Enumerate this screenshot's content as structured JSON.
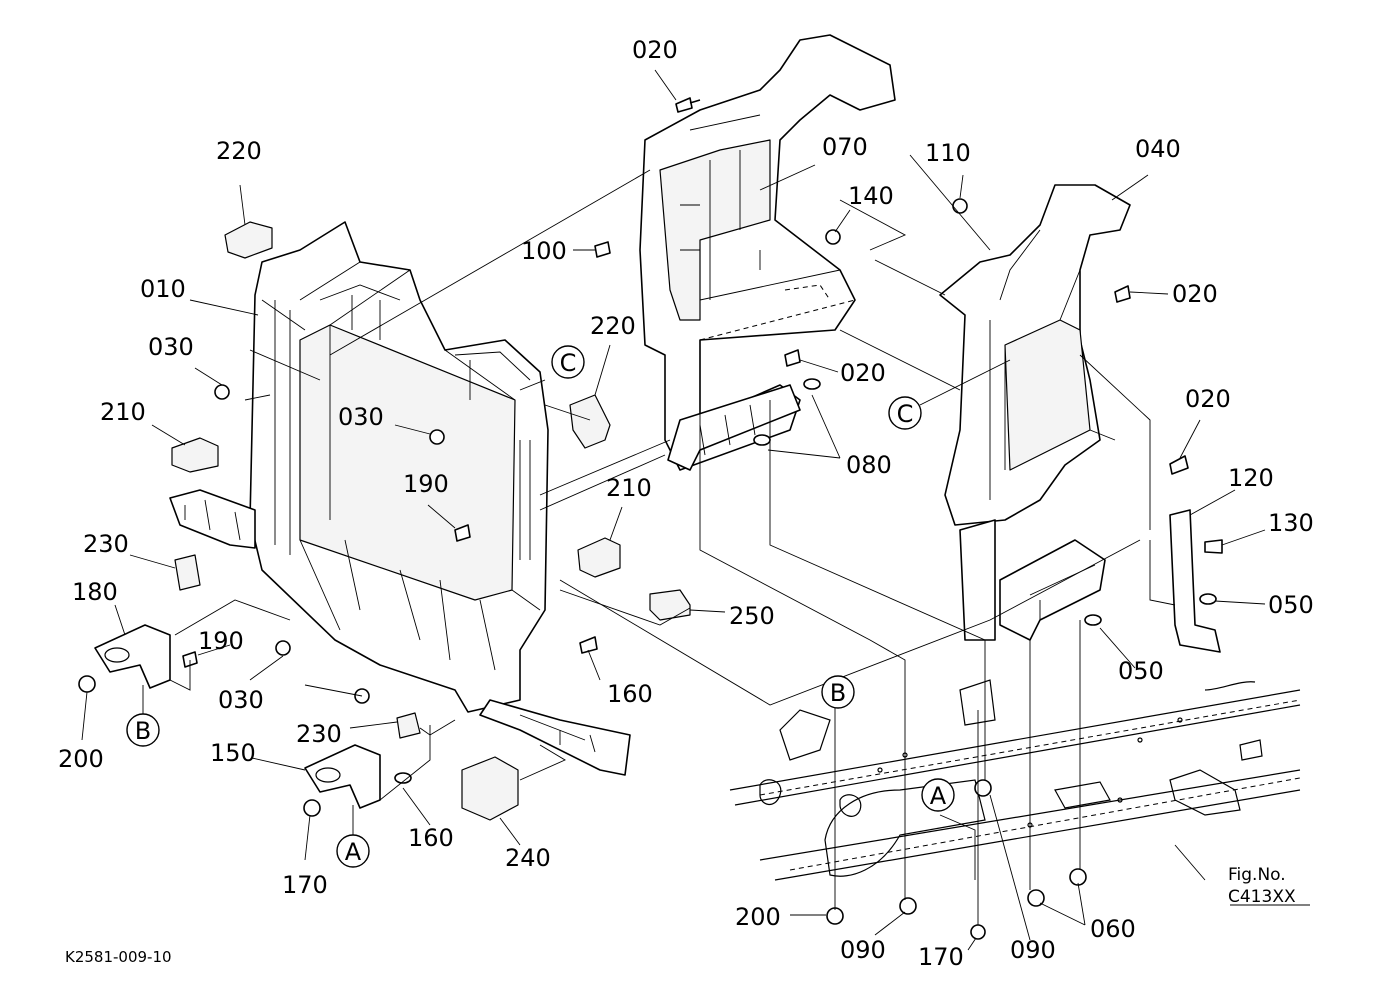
{
  "labels": {
    "l020a": "020",
    "l220a": "220",
    "l010": "010",
    "l030a": "030",
    "l210a": "210",
    "l230a": "230",
    "l180": "180",
    "l190a": "190",
    "l200a": "200",
    "l030b": "030",
    "l190b": "190",
    "l030c": "030",
    "l150": "150",
    "l230b": "230",
    "l160a": "160",
    "l170a": "170",
    "l240": "240",
    "l160b": "160",
    "l210b": "210",
    "l250": "250",
    "l220b": "220",
    "l070": "070",
    "l100": "100",
    "l140": "140",
    "l020b": "020",
    "l080": "080",
    "l110": "110",
    "l040": "040",
    "l020c": "020",
    "l020d": "020",
    "l120": "120",
    "l130": "130",
    "l050a": "050",
    "l050b": "050",
    "l200b": "200",
    "l090a": "090",
    "l170b": "170",
    "l090b": "090",
    "l060": "060"
  },
  "callouts": {
    "A1": "A",
    "A2": "A",
    "B1": "B",
    "B2": "B",
    "C1": "C",
    "C2": "C"
  },
  "figure_number": {
    "line1": "Fig.No.",
    "line2": "C413XX"
  },
  "drawing_code": "K2581-009-10"
}
